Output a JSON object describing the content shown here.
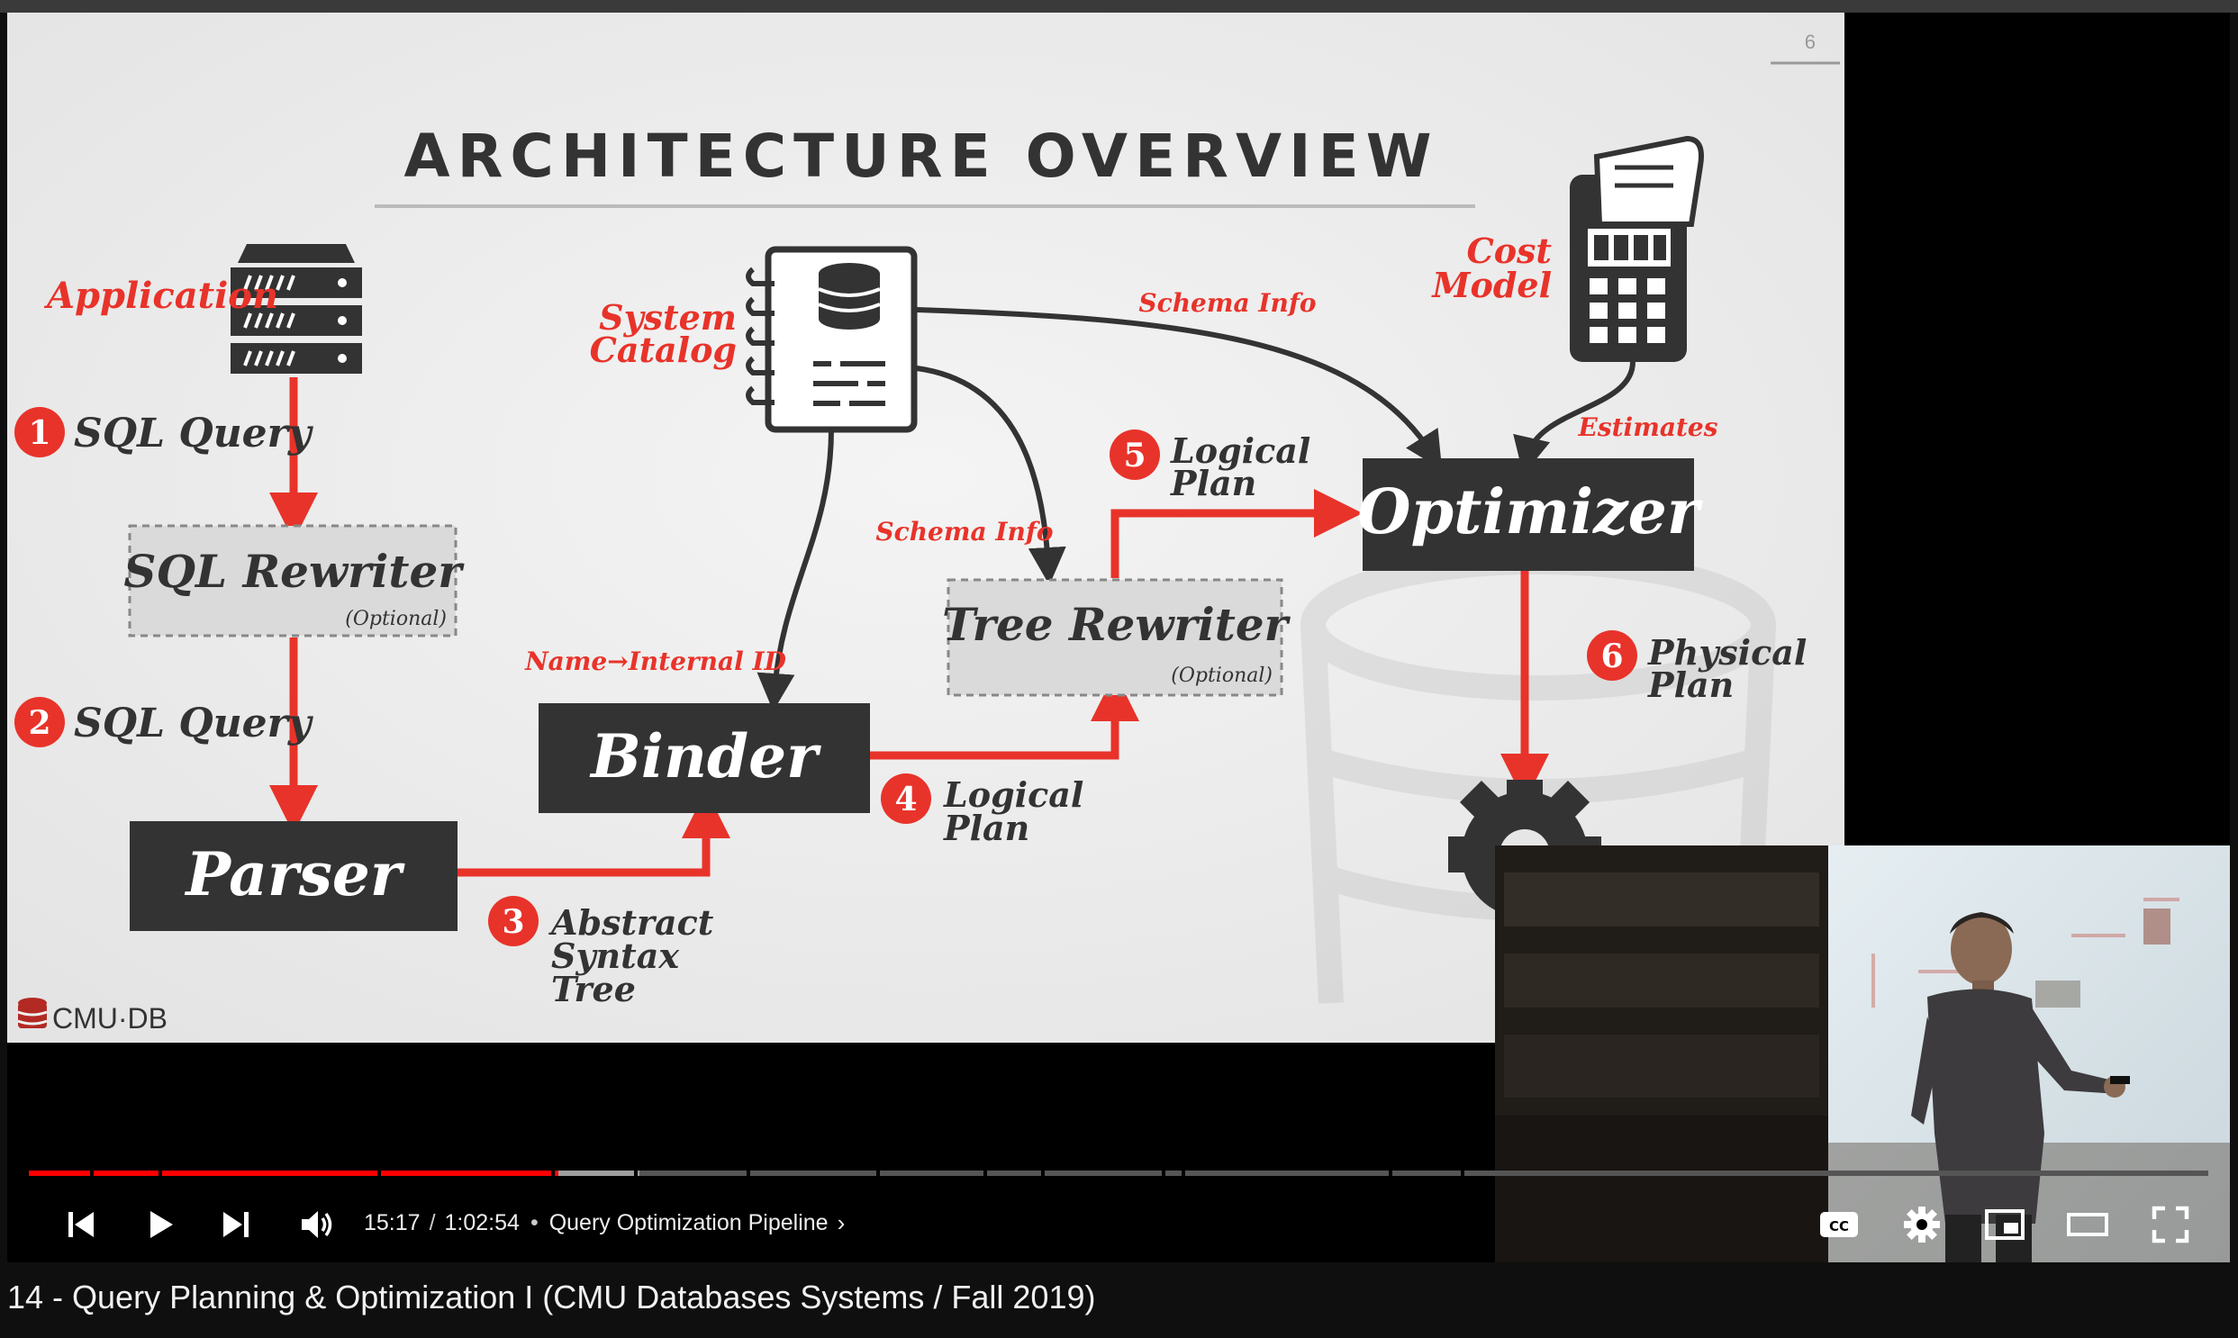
{
  "slide": {
    "title": "ARCHITECTURE OVERVIEW",
    "page_number": "6",
    "logo_text": "CMU·DB",
    "nodes": {
      "application": "Application",
      "system_catalog_line1": "System",
      "system_catalog_line2": "Catalog",
      "cost_model_line1": "Cost",
      "cost_model_line2": "Model",
      "sql_rewriter": "SQL Rewriter",
      "sql_rewriter_note": "(Optional)",
      "parser": "Parser",
      "binder": "Binder",
      "tree_rewriter": "Tree Rewriter",
      "tree_rewriter_note": "(Optional)",
      "optimizer": "Optimizer"
    },
    "edge_labels": {
      "schema_info_top": "Schema Info",
      "schema_info_mid": "Schema Info",
      "estimates": "Estimates",
      "name_internal_id": "Name→Internal ID"
    },
    "steps": [
      {
        "num": "1",
        "line1": "SQL Query",
        "line2": "",
        "line3": ""
      },
      {
        "num": "2",
        "line1": "SQL Query",
        "line2": "",
        "line3": ""
      },
      {
        "num": "3",
        "line1": "Abstract",
        "line2": "Syntax",
        "line3": "Tree"
      },
      {
        "num": "4",
        "line1": "Logical",
        "line2": "Plan",
        "line3": ""
      },
      {
        "num": "5",
        "line1": "Logical",
        "line2": "Plan",
        "line3": ""
      },
      {
        "num": "6",
        "line1": "Physical",
        "line2": "Plan",
        "line3": ""
      }
    ]
  },
  "player": {
    "current_time": "15:17",
    "duration": "1:02:54",
    "time_separator": "/",
    "chapter_bullet": "•",
    "chapter": "Query Optimization Pipeline",
    "progress_fraction": 0.243,
    "buffered_fraction": 0.28,
    "colors": {
      "progress": "#ff0000",
      "buffered": "#9e9e9e",
      "track": "#555555"
    }
  },
  "icons": {
    "previous": "skip-previous-icon",
    "play": "play-icon",
    "next": "skip-next-icon",
    "volume": "volume-icon",
    "captions": "closed-captions-icon",
    "settings": "gear-icon",
    "miniplayer": "miniplayer-icon",
    "theater": "theater-mode-icon",
    "fullscreen": "fullscreen-icon"
  },
  "video_title": "14 - Query Planning & Optimization I (CMU Databases Systems / Fall 2019)"
}
